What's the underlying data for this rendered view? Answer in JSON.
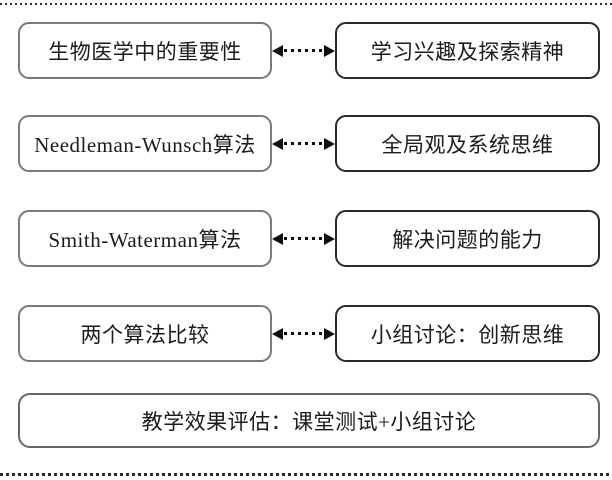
{
  "rows": [
    {
      "left": "生物医学中的重要性",
      "right": "学习兴趣及探索精神"
    },
    {
      "left": "Needleman-Wunsch算法",
      "right": "全局观及系统思维"
    },
    {
      "left": "Smith-Waterman算法",
      "right": "解决问题的能力"
    },
    {
      "left": "两个算法比较",
      "right": "小组讨论：创新思维"
    }
  ],
  "footer": {
    "label": "教学效果评估：课堂测试+小组讨论"
  },
  "icons": {
    "connector": "dotted-double-headed-arrow"
  },
  "colors": {
    "background": "#ffffff",
    "left_box_border": "#7a7a7a",
    "right_box_border": "#2a2a2a",
    "footer_box_border": "#666666",
    "arrow": "#0e0e0e",
    "dotted_rule": "#2e2e2e",
    "text": "#1b1b1b"
  }
}
